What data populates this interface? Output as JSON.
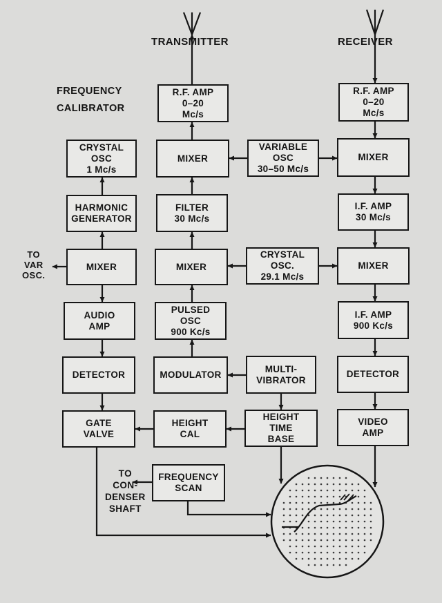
{
  "labels": {
    "transmitter": "TRANSMITTER",
    "receiver": "RECEIVER",
    "freq_cal_1": "FREQUENCY",
    "freq_cal_2": "CALIBRATOR",
    "to_var_1": "TO",
    "to_var_2": "VAR",
    "to_var_3": "OSC.",
    "to_cond_1": "TO",
    "to_cond_2": "CON-",
    "to_cond_3": "DENSER",
    "to_cond_4": "SHAFT"
  },
  "blocks": {
    "tx_rf_amp": [
      "R.F. AMP",
      "0–20",
      "Mc/s"
    ],
    "rx_rf_amp": [
      "R.F. AMP",
      "0–20",
      "Mc/s"
    ],
    "crystal_osc_1": [
      "CRYSTAL",
      "OSC",
      "1 Mc/s"
    ],
    "tx_mixer": [
      "MIXER"
    ],
    "variable_osc": [
      "VARIABLE",
      "OSC",
      "30–50 Mc/s"
    ],
    "rx_mixer": [
      "MIXER"
    ],
    "harmonic_gen": [
      "HARMONIC",
      "GENERATOR"
    ],
    "filter": [
      "FILTER",
      "30 Mc/s"
    ],
    "rx_if_amp_30": [
      "I.F. AMP",
      "30 Mc/s"
    ],
    "cal_mixer": [
      "MIXER"
    ],
    "mid_mixer": [
      "MIXER"
    ],
    "crystal_osc_29": [
      "CRYSTAL",
      "OSC.",
      "29.1 Mc/s"
    ],
    "rx_mixer_2": [
      "MIXER"
    ],
    "audio_amp": [
      "AUDIO",
      "AMP"
    ],
    "pulsed_osc": [
      "PULSED",
      "OSC",
      "900 Kc/s"
    ],
    "rx_if_amp_900": [
      "I.F. AMP",
      "900 Kc/s"
    ],
    "cal_detector": [
      "DETECTOR"
    ],
    "modulator": [
      "MODULATOR"
    ],
    "multivibrator": [
      "MULTI-",
      "VIBRATOR"
    ],
    "rx_detector": [
      "DETECTOR"
    ],
    "gate_valve": [
      "GATE",
      "VALVE"
    ],
    "height_cal": [
      "HEIGHT",
      "CAL"
    ],
    "height_time_base": [
      "HEIGHT",
      "TIME",
      "BASE"
    ],
    "video_amp": [
      "VIDEO",
      "AMP"
    ],
    "frequency_scan": [
      "FREQUENCY",
      "SCAN"
    ]
  }
}
